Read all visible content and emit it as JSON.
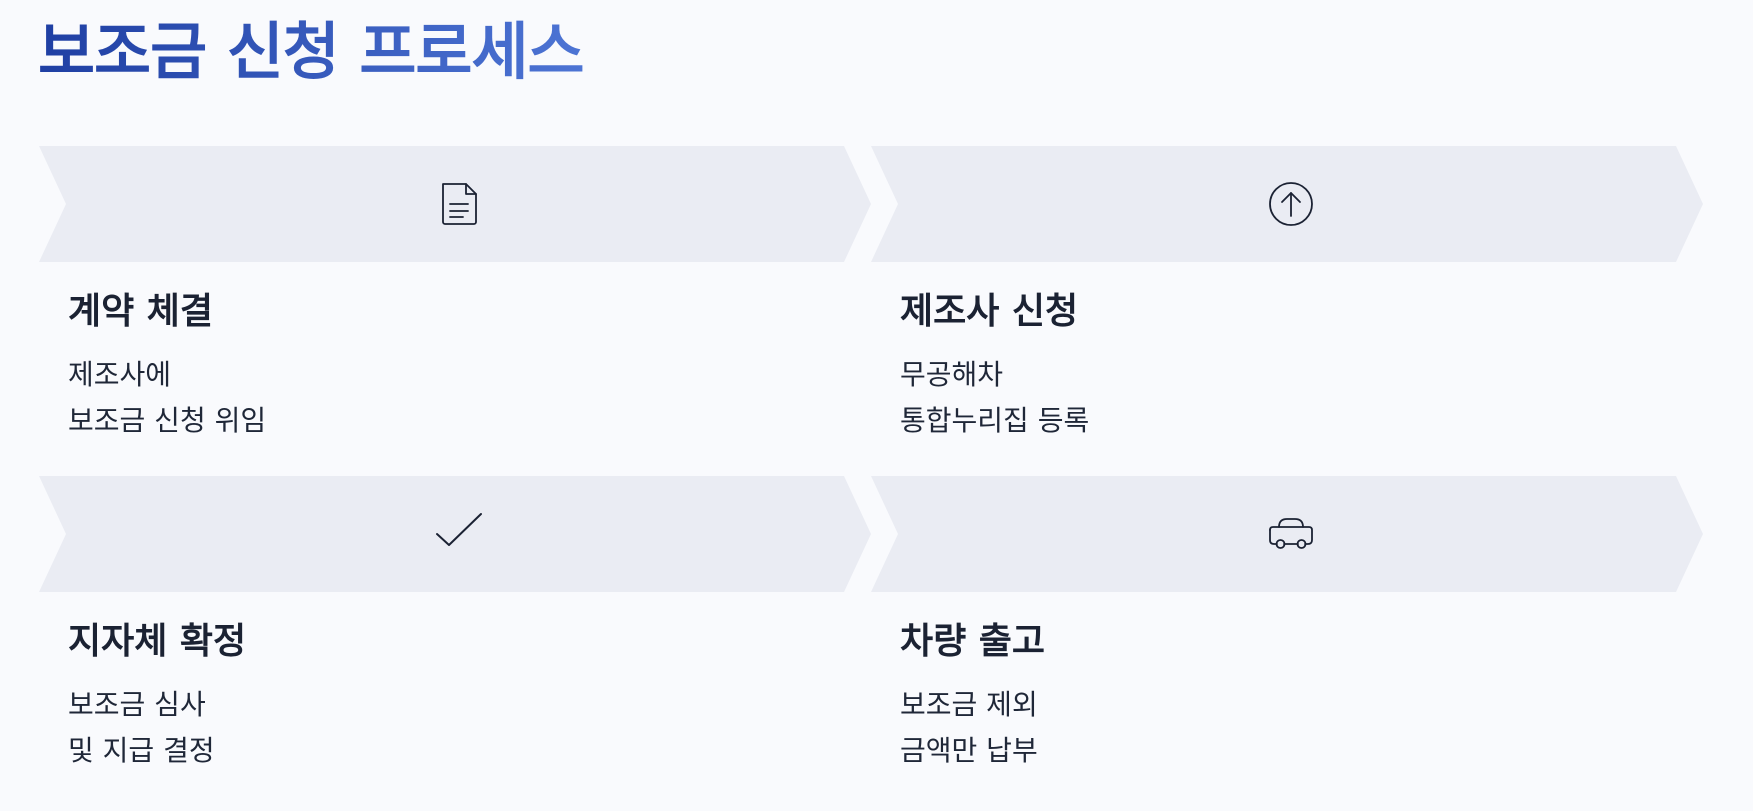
{
  "title": "보조금 신청 프로세스",
  "steps": [
    {
      "icon": "document-icon",
      "title": "계약 체결",
      "desc_line1": "제조사에",
      "desc_line2": "보조금 신청 위임"
    },
    {
      "icon": "upload-circle-icon",
      "title": "제조사 신청",
      "desc_line1": "무공해차",
      "desc_line2": "통합누리집 등록"
    },
    {
      "icon": "check-icon",
      "title": "지자체 확정",
      "desc_line1": "보조금 심사",
      "desc_line2": "및 지급 결정"
    },
    {
      "icon": "car-icon",
      "title": "차량 출고",
      "desc_line1": "보조금 제외",
      "desc_line2": "금액만 납부"
    }
  ],
  "colors": {
    "background": "#f9fafd",
    "banner": "#eaecf3",
    "title_gradient_start": "#1f3fa3",
    "title_gradient_end": "#4d74d4",
    "text": "#1b2233"
  }
}
